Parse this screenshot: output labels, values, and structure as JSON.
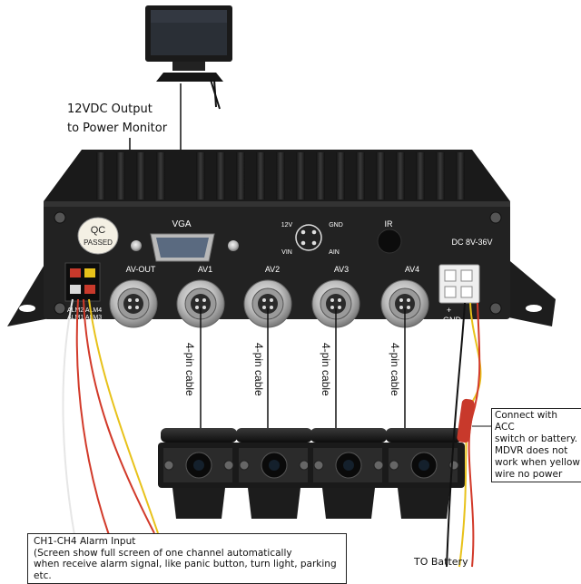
{
  "labels": {
    "power_line1": "12VDC Output",
    "power_line2": "to Power Monitor",
    "acc_line1": "Connect with ACC",
    "acc_line2": "switch or battery.",
    "acc_line3": "MDVR does not",
    "acc_line4": "work when yellow",
    "acc_line5": "wire no power",
    "alarm_line1": "CH1-CH4 Alarm Input",
    "alarm_line2": "(Screen show full screen of one channel automatically",
    "alarm_line3": "when receive alarm signal, like panic button, turn light, parking etc.",
    "battery": "TO Battery"
  },
  "device": {
    "qc_line1": "QC",
    "qc_line2": "PASSED",
    "vga": "VGA",
    "av_out": "AV-OUT",
    "av1": "AV1",
    "av2": "AV2",
    "av3": "AV3",
    "av4": "AV4",
    "ir": "IR",
    "dc": "DC 8V-36V",
    "pin_12v": "12V",
    "pin_gnd": "GND",
    "pin_vin": "VIN",
    "pin_ain": "AIN",
    "alm_top": "ALM2 ALM4",
    "alm_bottom": "ALM1 ALM3",
    "dc_plus": "+",
    "dc_gnd": "GND"
  },
  "cable_label": "4-pin cable",
  "colors": {
    "chassis": "#1b1b1b",
    "face": "#262626",
    "connector": "#c9c9c9",
    "wire_yellow": "#e8c21a",
    "wire_red": "#d23a2a",
    "wire_white": "#e6e6e6"
  }
}
